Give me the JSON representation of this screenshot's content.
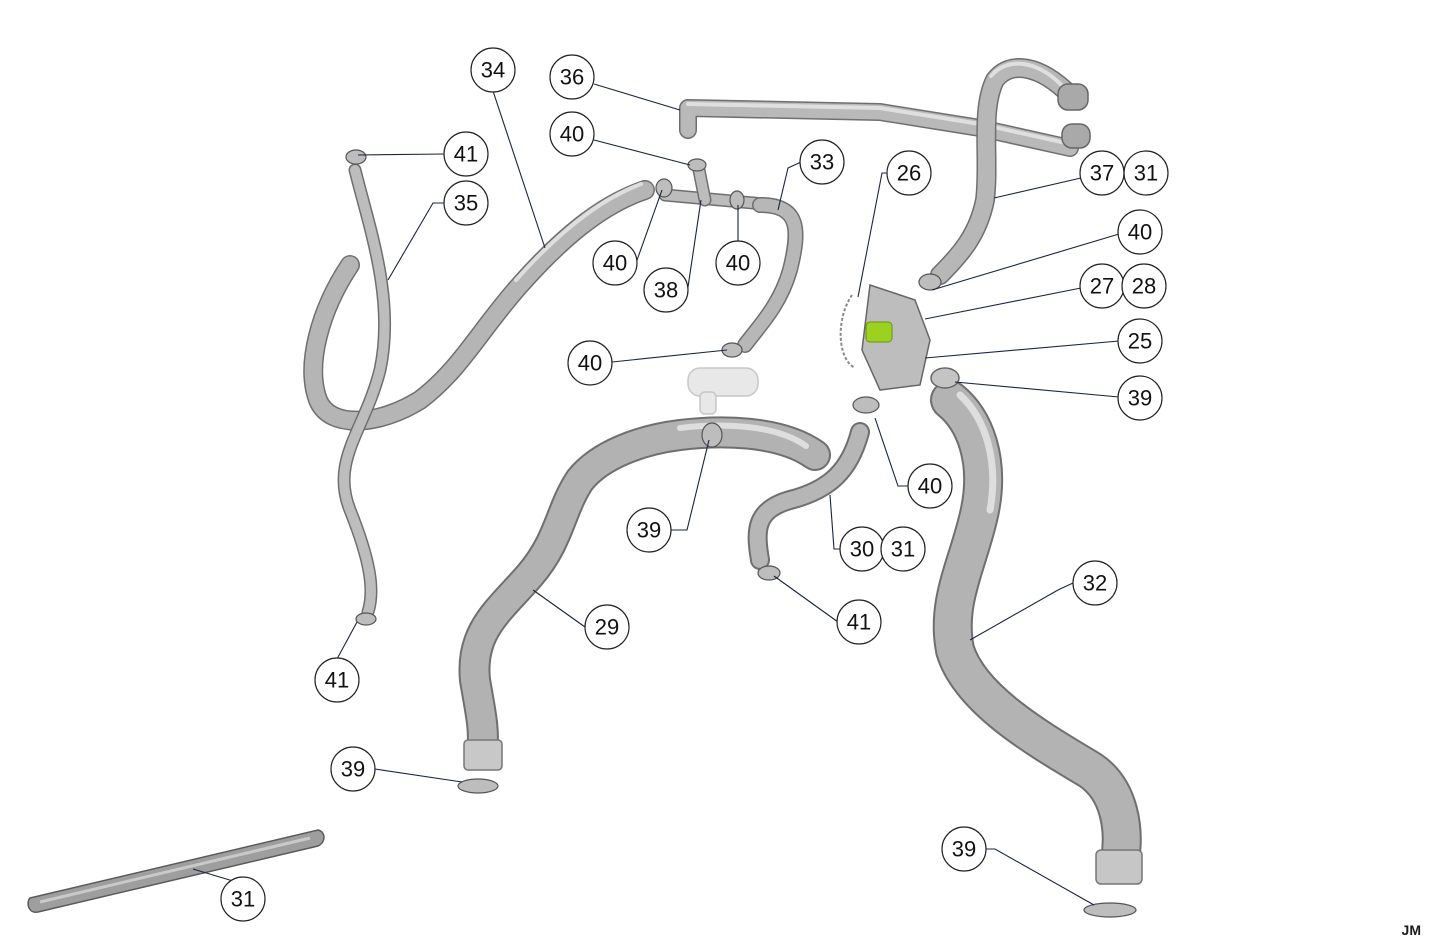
{
  "diagram": {
    "watermark": "JM",
    "colors": {
      "hose": "#b4b4b4",
      "hose_outline": "#6f6f6f",
      "leader": "#1a2440",
      "highlight_part": "#9bd21f"
    },
    "callouts": [
      {
        "id": "c34",
        "label": "34"
      },
      {
        "id": "c36",
        "label": "36"
      },
      {
        "id": "c40a",
        "label": "40"
      },
      {
        "id": "c41a",
        "label": "41"
      },
      {
        "id": "c35",
        "label": "35"
      },
      {
        "id": "c33",
        "label": "33"
      },
      {
        "id": "c26",
        "label": "26"
      },
      {
        "id": "c37",
        "label": "37"
      },
      {
        "id": "c31a",
        "label": "31"
      },
      {
        "id": "c40b",
        "label": "40"
      },
      {
        "id": "c38",
        "label": "38"
      },
      {
        "id": "c40c",
        "label": "40"
      },
      {
        "id": "c40d",
        "label": "40"
      },
      {
        "id": "c27",
        "label": "27"
      },
      {
        "id": "c28",
        "label": "28"
      },
      {
        "id": "c40e",
        "label": "40"
      },
      {
        "id": "c25",
        "label": "25"
      },
      {
        "id": "c39a",
        "label": "39"
      },
      {
        "id": "c40f",
        "label": "40"
      },
      {
        "id": "c39b",
        "label": "39"
      },
      {
        "id": "c30",
        "label": "30"
      },
      {
        "id": "c31b",
        "label": "31"
      },
      {
        "id": "c32",
        "label": "32"
      },
      {
        "id": "c29",
        "label": "29"
      },
      {
        "id": "c41b",
        "label": "41"
      },
      {
        "id": "c41c",
        "label": "41"
      },
      {
        "id": "c39c",
        "label": "39"
      },
      {
        "id": "c39d",
        "label": "39"
      },
      {
        "id": "c31c",
        "label": "31"
      }
    ]
  }
}
